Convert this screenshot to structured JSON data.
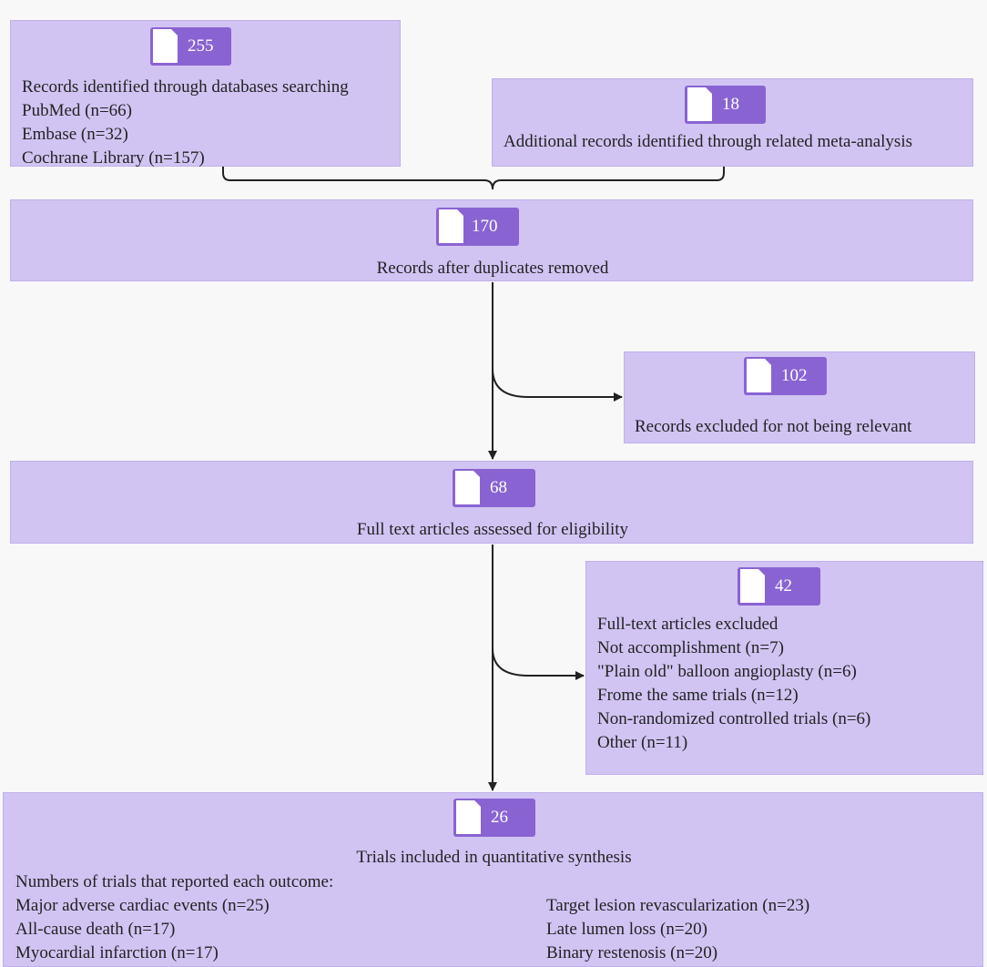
{
  "identification": {
    "count": "255",
    "lines": [
      "Records identified through databases searching",
      "PubMed (n=66)",
      "Embase (n=32)",
      "Cochrane Library  (n=157)"
    ]
  },
  "additional": {
    "count": "18",
    "label": "Additional records identified through related meta-analysis"
  },
  "duplicates": {
    "count": "170",
    "label": "Records after duplicates removed"
  },
  "excluded_relevance": {
    "count": "102",
    "label": "Records excluded for not being relevant"
  },
  "eligibility": {
    "count": "68",
    "label": "Full text articles assessed for eligibility"
  },
  "excluded_fulltext": {
    "count": "42",
    "lines": [
      "Full-text articles excluded",
      "Not accomplishment (n=7)",
      "\"Plain old\" balloon angioplasty (n=6)",
      "Frome the same trials (n=12)",
      "Non-randomized controlled trials (n=6)",
      "Other (n=11)"
    ]
  },
  "included": {
    "count": "26",
    "label": "Trials included in quantitative synthesis",
    "subheading": "Numbers of trials that reported each outcome:",
    "left_outcomes": [
      "Major adverse cardiac events (n=25)",
      "All-cause death (n=17)",
      "Myocardial infarction (n=17)"
    ],
    "right_outcomes": [
      "Target lesion revascularization (n=23)",
      "Late lumen loss (n=20)",
      "Binary restenosis (n=20)"
    ]
  },
  "colors": {
    "box_fill": "#d1c4f3",
    "badge_fill": "#8a63d2",
    "connector": "#222222"
  }
}
